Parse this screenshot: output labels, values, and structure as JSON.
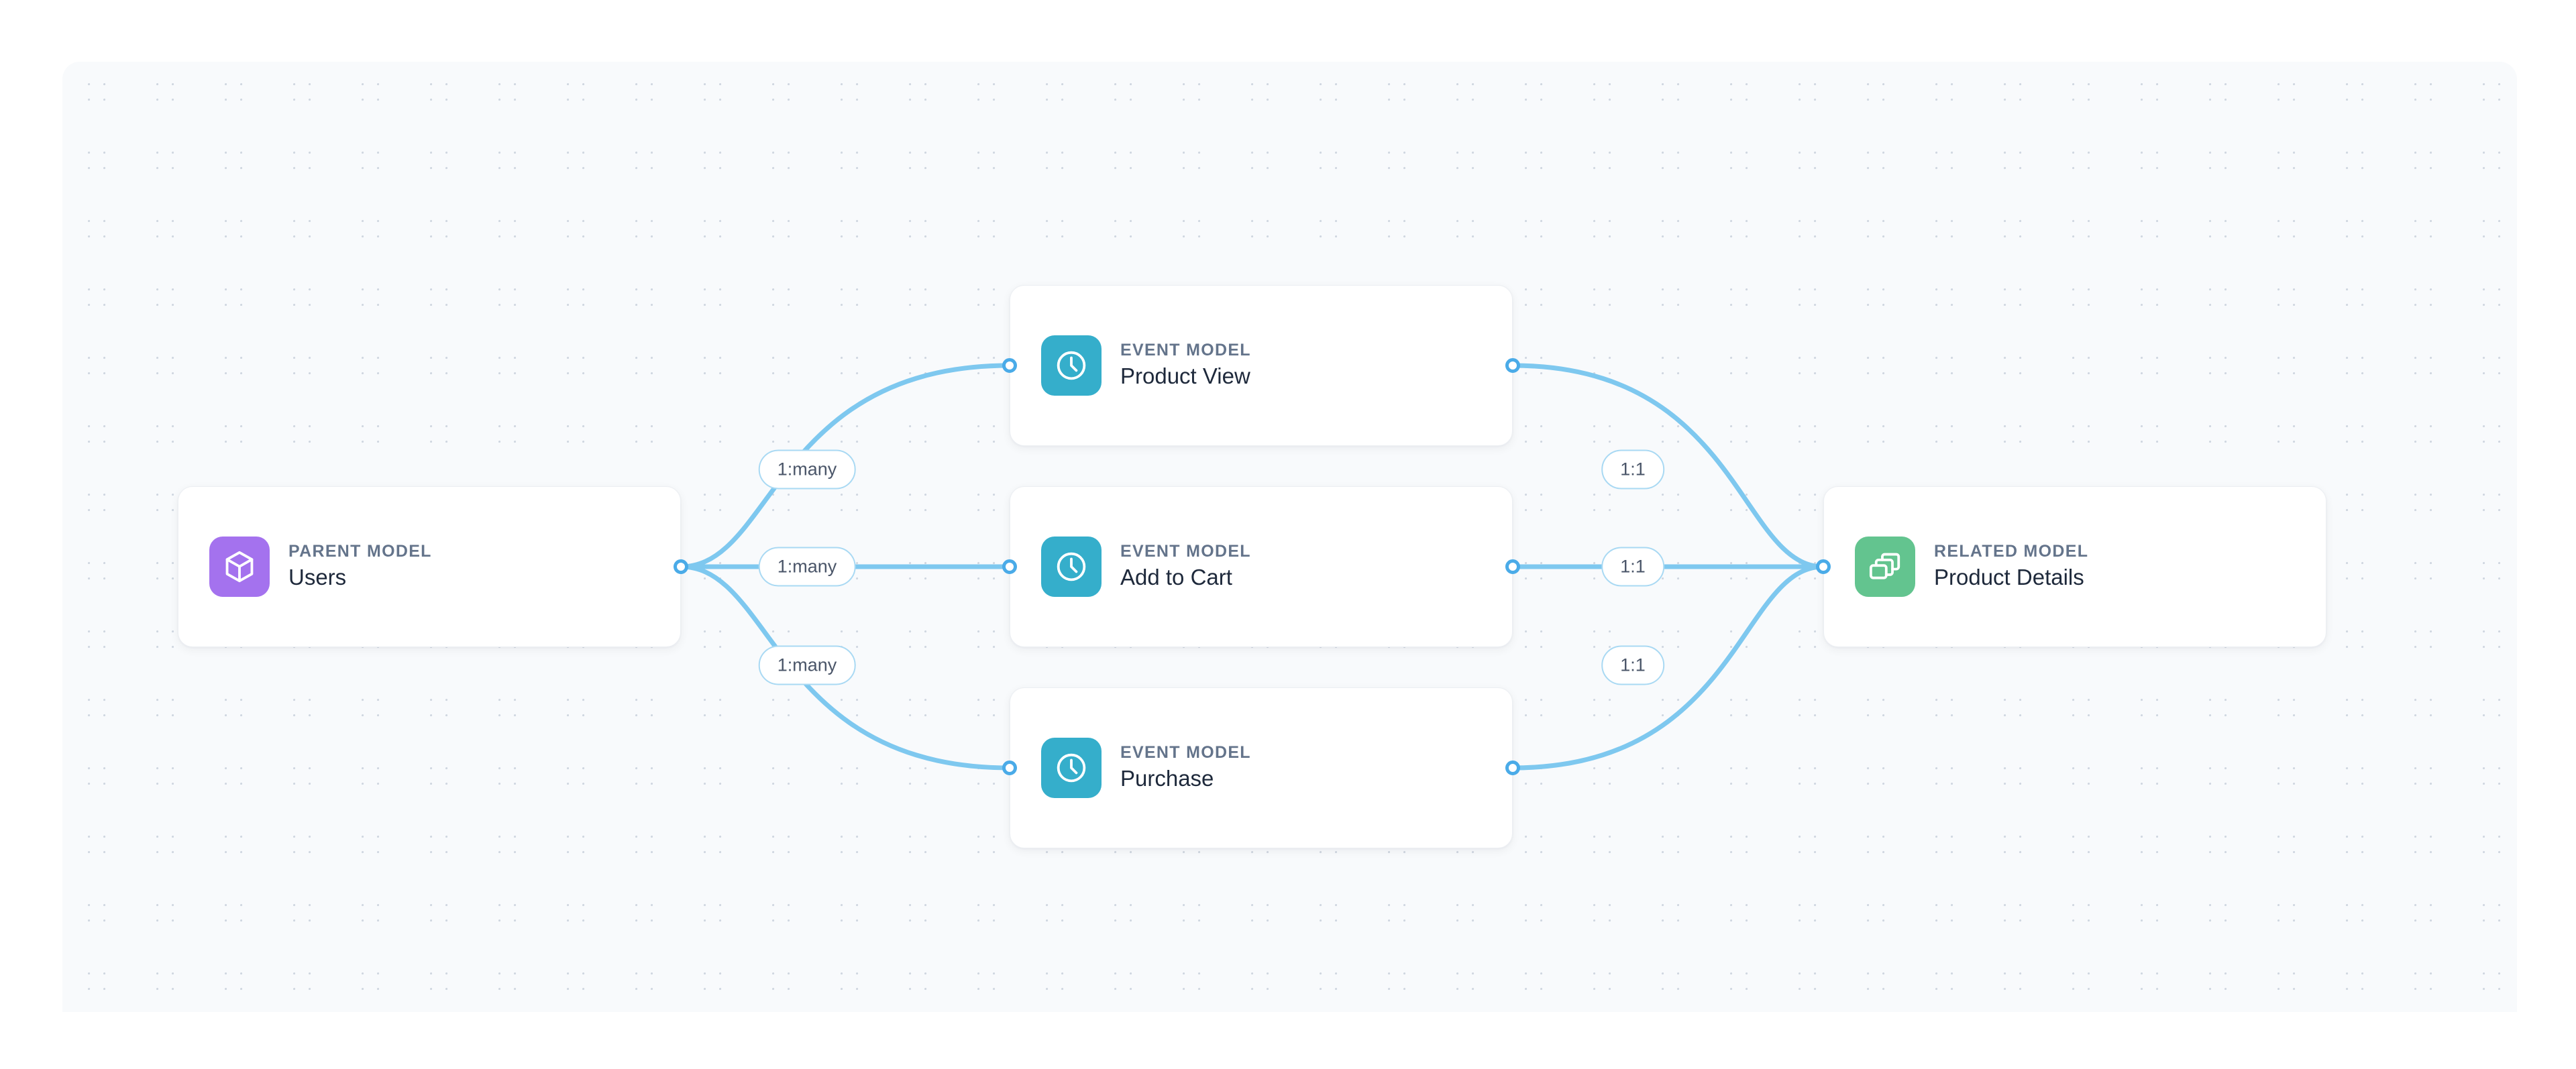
{
  "canvas": {
    "background_color": "#f8fafc",
    "page_background": "#ffffff",
    "grid": "dot-grid"
  },
  "theme": {
    "edge_color": "#7ec8ef",
    "port_color": "#4aabe8",
    "pill_border": "#a9d9f3",
    "pill_text": "#4a5568",
    "eyebrow_color": "#64748b",
    "title_color": "#1e293b",
    "parent_icon_color": "#a472ee",
    "event_icon_color": "#35aecb",
    "related_icon_color": "#63c48f",
    "card_background": "#ffffff"
  },
  "nodes": {
    "parent": {
      "eyebrow": "PARENT MODEL",
      "title": "Users",
      "icon": "cube-icon"
    },
    "events": [
      {
        "eyebrow": "EVENT MODEL",
        "title": "Product View",
        "icon": "clock-icon"
      },
      {
        "eyebrow": "EVENT MODEL",
        "title": "Add to Cart",
        "icon": "clock-icon"
      },
      {
        "eyebrow": "EVENT MODEL",
        "title": "Purchase",
        "icon": "clock-icon"
      }
    ],
    "related": {
      "eyebrow": "RELATED MODEL",
      "title": "Product Details",
      "icon": "layers-icon"
    }
  },
  "edges": {
    "left": [
      {
        "label": "1:many",
        "from": "Users",
        "to": "Product View"
      },
      {
        "label": "1:many",
        "from": "Users",
        "to": "Add to Cart"
      },
      {
        "label": "1:many",
        "from": "Users",
        "to": "Purchase"
      }
    ],
    "right": [
      {
        "label": "1:1",
        "from": "Product View",
        "to": "Product Details"
      },
      {
        "label": "1:1",
        "from": "Add to Cart",
        "to": "Product Details"
      },
      {
        "label": "1:1",
        "from": "Purchase",
        "to": "Product Details"
      }
    ]
  }
}
